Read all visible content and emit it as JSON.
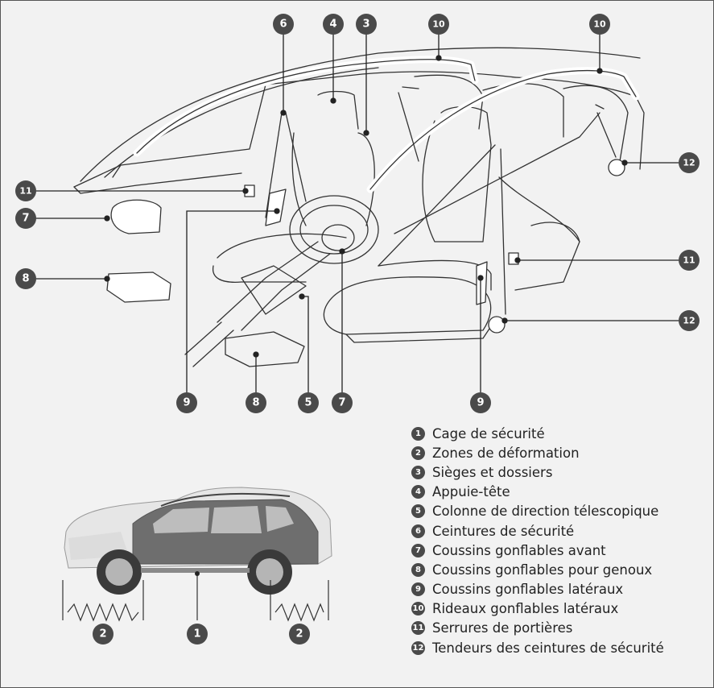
{
  "legend": [
    {
      "num": "1",
      "label": "Cage de sécurité"
    },
    {
      "num": "2",
      "label": "Zones de déformation"
    },
    {
      "num": "3",
      "label": "Sièges et dossiers"
    },
    {
      "num": "4",
      "label": "Appuie-tête"
    },
    {
      "num": "5",
      "label": "Colonne de direction télescopique"
    },
    {
      "num": "6",
      "label": "Ceintures de sécurité"
    },
    {
      "num": "7",
      "label": "Coussins gonflables avant"
    },
    {
      "num": "8",
      "label": "Coussins gonflables pour genoux"
    },
    {
      "num": "9",
      "label": "Coussins gonflables latéraux"
    },
    {
      "num": "10",
      "label": "Rideaux gonflables latéraux"
    },
    {
      "num": "11",
      "label": "Serrures de portières"
    },
    {
      "num": "12",
      "label": "Tendeurs des ceintures de sécurité"
    }
  ],
  "callouts": {
    "c6": "6",
    "c4": "4",
    "c3": "3",
    "c10a": "10",
    "c10b": "10",
    "c11a": "11",
    "c7a": "7",
    "c8a": "8",
    "c12a": "12",
    "c11b": "11",
    "c12b": "12",
    "c9a": "9",
    "c8b": "8",
    "c5": "5",
    "c7b": "7",
    "c9b": "9",
    "c2a": "2",
    "c1": "1",
    "c2b": "2"
  },
  "colors": {
    "badge": "#4a4a4a",
    "background": "#f2f2f2",
    "car_body": "#d9d9d9",
    "cage": "#8a8a8a"
  }
}
